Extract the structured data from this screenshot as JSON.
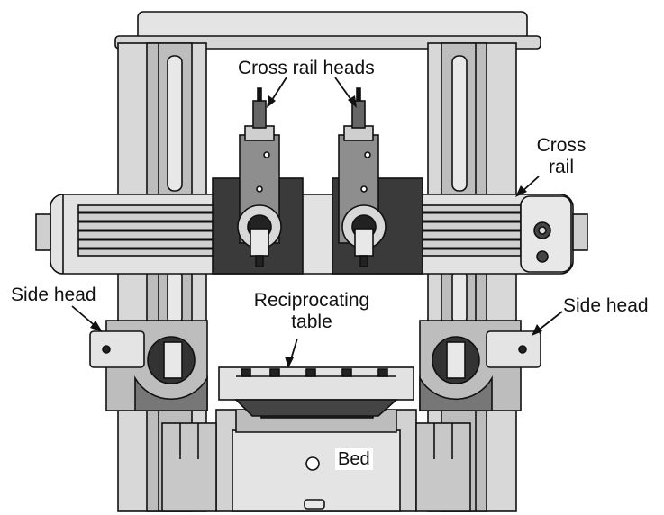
{
  "labels": {
    "cross_rail_heads": "Cross rail heads",
    "cross_rail_line1": "Cross",
    "cross_rail_line2": "rail",
    "side_head_left": "Side head",
    "side_head_right": "Side head",
    "reciprocating_line1": "Reciprocating",
    "reciprocating_line2": "table",
    "bed": "Bed"
  },
  "colors": {
    "background": "#ffffff",
    "light_metal": "#e2e2e2",
    "mid_metal": "#c8c8c8",
    "shadow_metal": "#9a9a9a",
    "dark_metal": "#555555",
    "black": "#111111"
  }
}
